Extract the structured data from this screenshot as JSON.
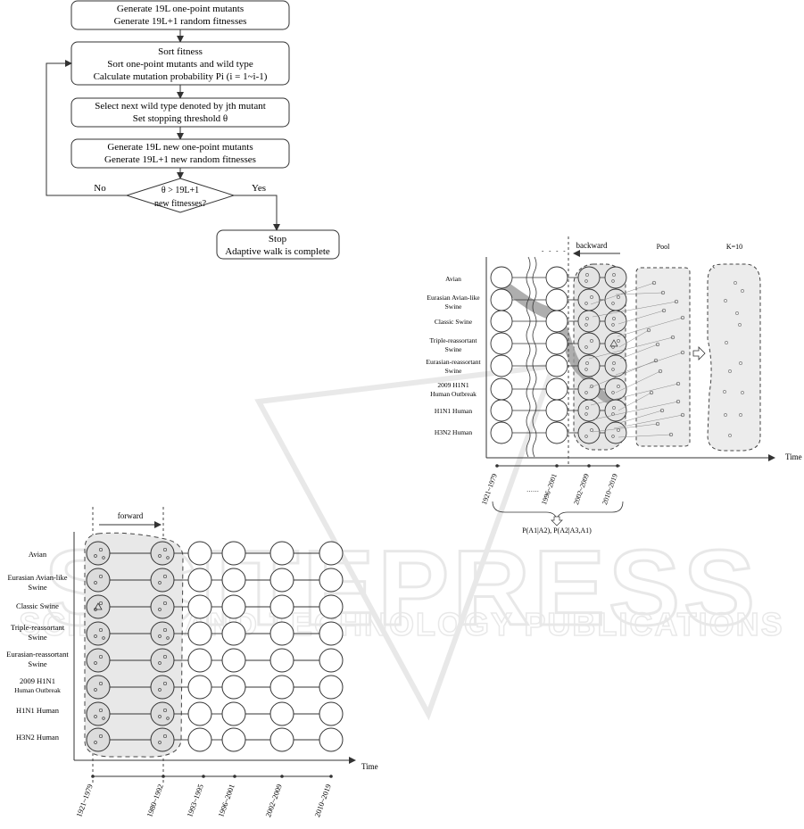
{
  "watermark": {
    "title": "SCITEPRESS",
    "subtitle": "SCIENCE AND TECHNOLOGY PUBLICATIONS"
  },
  "flowchart": {
    "step1": [
      "Generate 19L one-point mutants",
      "Generate 19L+1 random fitnesses"
    ],
    "step2": [
      "Sort fitness",
      "Sort one-point mutants and wild type",
      "Calculate mutation probability Pi (i = 1~i-1)"
    ],
    "step3": [
      "Select next wild type denoted by jth mutant",
      "Set stopping threshold θ"
    ],
    "step4": [
      "Generate 19L new one-point mutants",
      "Generate 19L+1 new random fitnesses"
    ],
    "decision": [
      "θ > 19L+1",
      "new fitnesses?"
    ],
    "no_label": "No",
    "yes_label": "Yes",
    "stop": [
      "Stop",
      "Adaptive walk is complete"
    ]
  },
  "backward_diagram": {
    "direction_label": "backward",
    "pool_label": "Pool",
    "k_label": "K=10",
    "time_label": "Time",
    "rows": [
      "Avian",
      "Eurasian Avian-like Swine",
      "Classic Swine",
      "Triple-reassortant Swine",
      "Eurasian-reassortant Swine",
      "2009 H1N1 Human Outbreak",
      "H1N1 Human",
      "H3N2 Human"
    ],
    "periods": [
      "1921~1979",
      "1996~2001",
      "2002~2009",
      "2010~2019"
    ],
    "ellipsis": "……",
    "formula": "P(A1|A2), P(A2|A3,A1)"
  },
  "forward_diagram": {
    "direction_label": "forward",
    "time_label": "Time",
    "rows": [
      "Avian",
      "Eurasian Avian-like Swine",
      "Classic Swine",
      "Triple-reassortant Swine",
      "Eurasian-reassortant Swine",
      "2009 H1N1 Human Outbreak",
      "H1N1 Human",
      "H3N2 Human"
    ],
    "periods": [
      "1921~1979",
      "1980~1992",
      "1993~1995",
      "1996~2001",
      "2002~2009",
      "2010~2019"
    ]
  }
}
